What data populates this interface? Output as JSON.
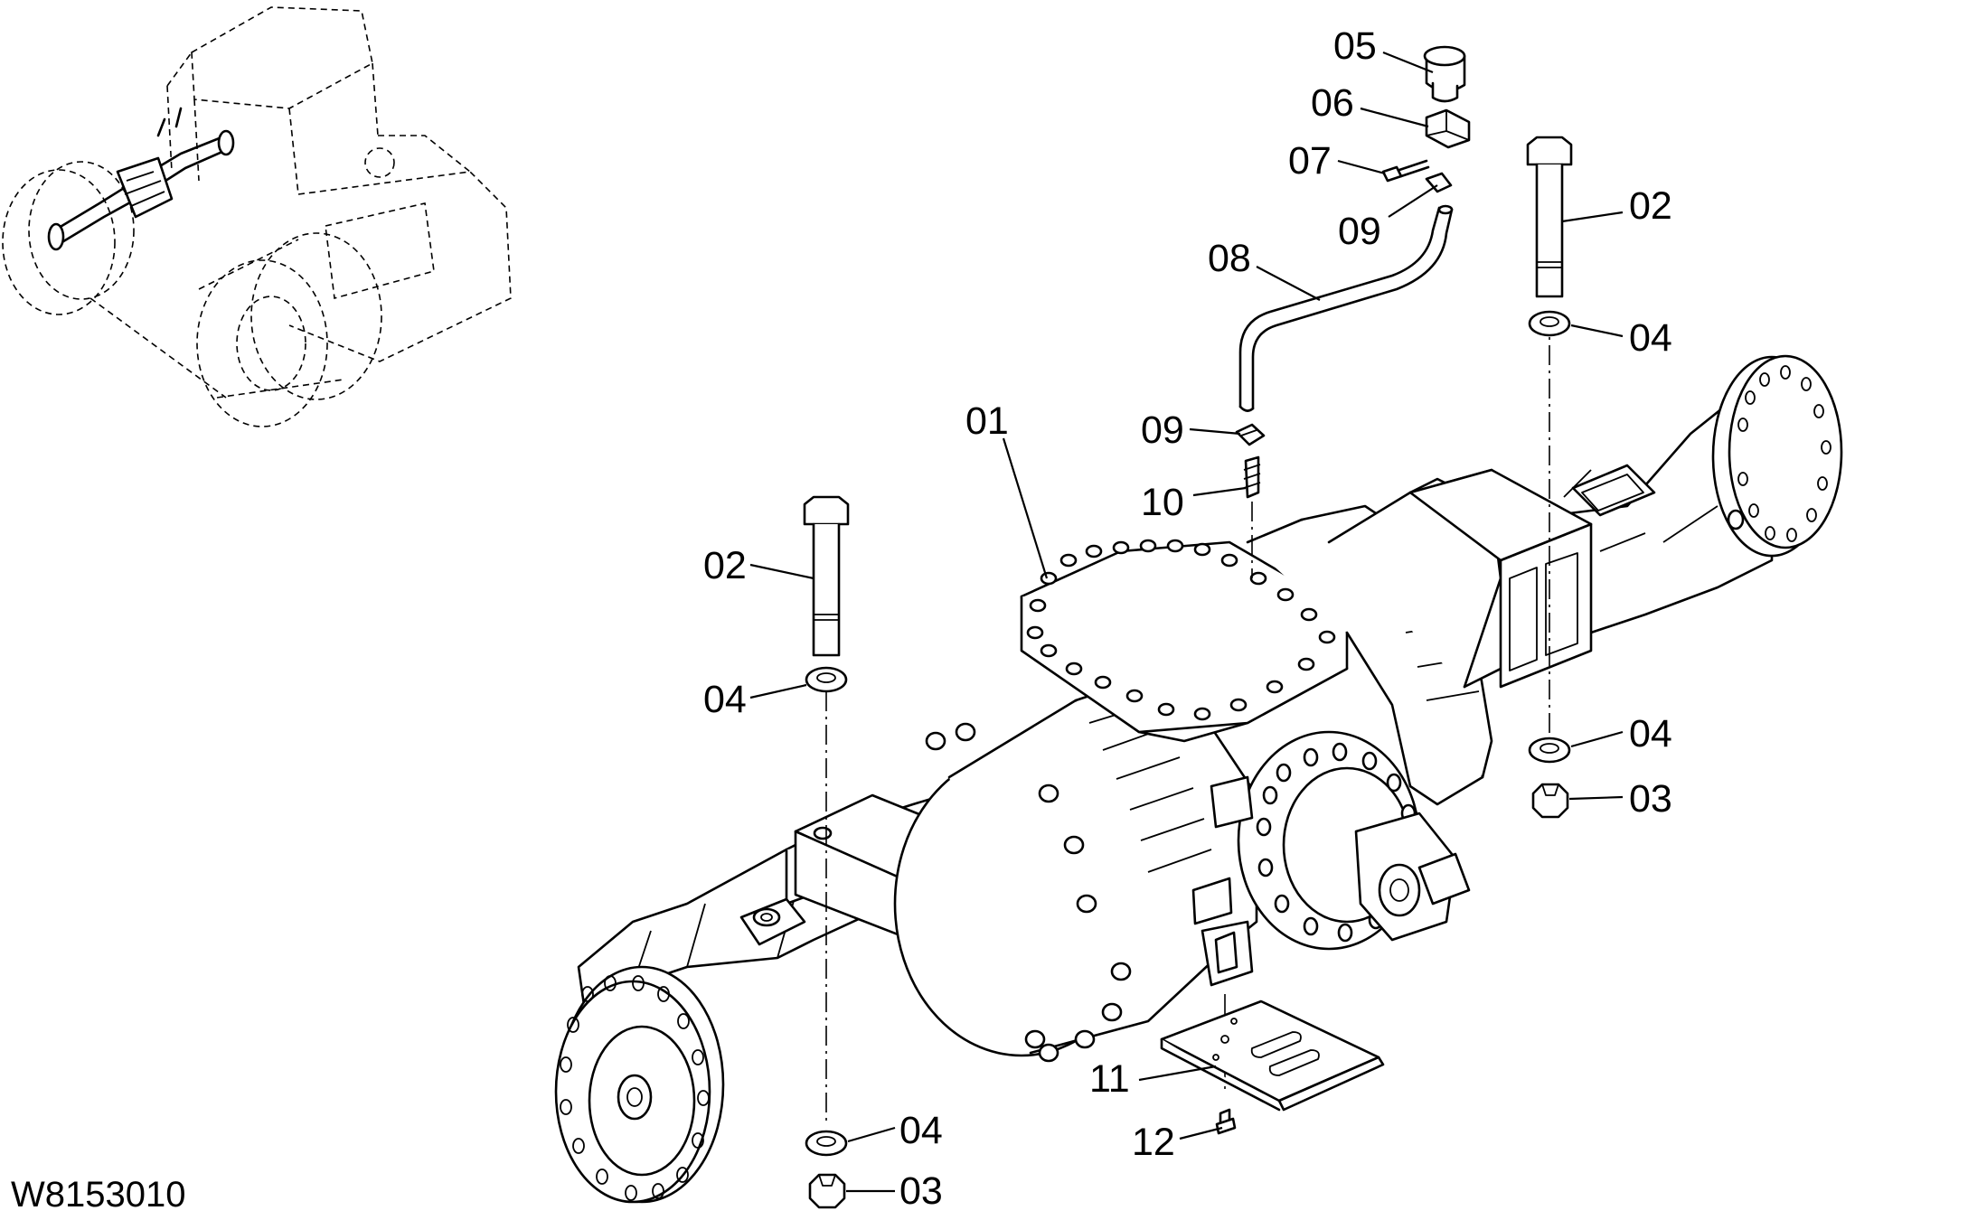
{
  "diagram": {
    "reference_code": "W8153010",
    "callouts": [
      {
        "id": "c05",
        "label": "05"
      },
      {
        "id": "c06",
        "label": "06"
      },
      {
        "id": "c07",
        "label": "07"
      },
      {
        "id": "c09a",
        "label": "09"
      },
      {
        "id": "c08",
        "label": "08"
      },
      {
        "id": "c02a",
        "label": "02"
      },
      {
        "id": "c04a",
        "label": "04"
      },
      {
        "id": "c01",
        "label": "01"
      },
      {
        "id": "c09b",
        "label": "09"
      },
      {
        "id": "c10",
        "label": "10"
      },
      {
        "id": "c02b",
        "label": "02"
      },
      {
        "id": "c04b",
        "label": "04"
      },
      {
        "id": "c04c",
        "label": "04"
      },
      {
        "id": "c03a",
        "label": "03"
      },
      {
        "id": "c11",
        "label": "11"
      },
      {
        "id": "c12",
        "label": "12"
      },
      {
        "id": "c04d",
        "label": "04"
      },
      {
        "id": "c03b",
        "label": "03"
      }
    ]
  }
}
